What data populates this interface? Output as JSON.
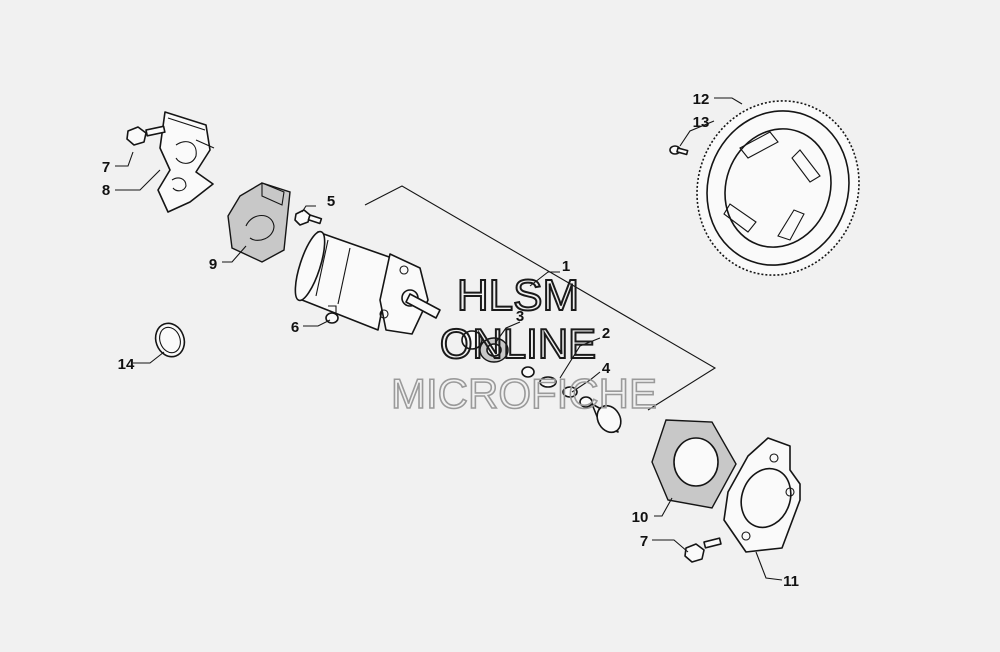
{
  "diagram": {
    "callouts": [
      {
        "id": "1",
        "label": "1"
      },
      {
        "id": "2",
        "label": "2"
      },
      {
        "id": "3",
        "label": "3"
      },
      {
        "id": "4",
        "label": "4"
      },
      {
        "id": "5",
        "label": "5"
      },
      {
        "id": "6",
        "label": "6"
      },
      {
        "id": "7a",
        "label": "7"
      },
      {
        "id": "7b",
        "label": "7"
      },
      {
        "id": "8",
        "label": "8"
      },
      {
        "id": "9",
        "label": "9"
      },
      {
        "id": "10",
        "label": "10"
      },
      {
        "id": "11",
        "label": "11"
      },
      {
        "id": "12",
        "label": "12"
      },
      {
        "id": "13",
        "label": "13"
      },
      {
        "id": "14",
        "label": "14"
      }
    ]
  },
  "watermark": {
    "line1": "HLSM",
    "line2": "ONLINE",
    "line3": "MICROFICHE"
  }
}
